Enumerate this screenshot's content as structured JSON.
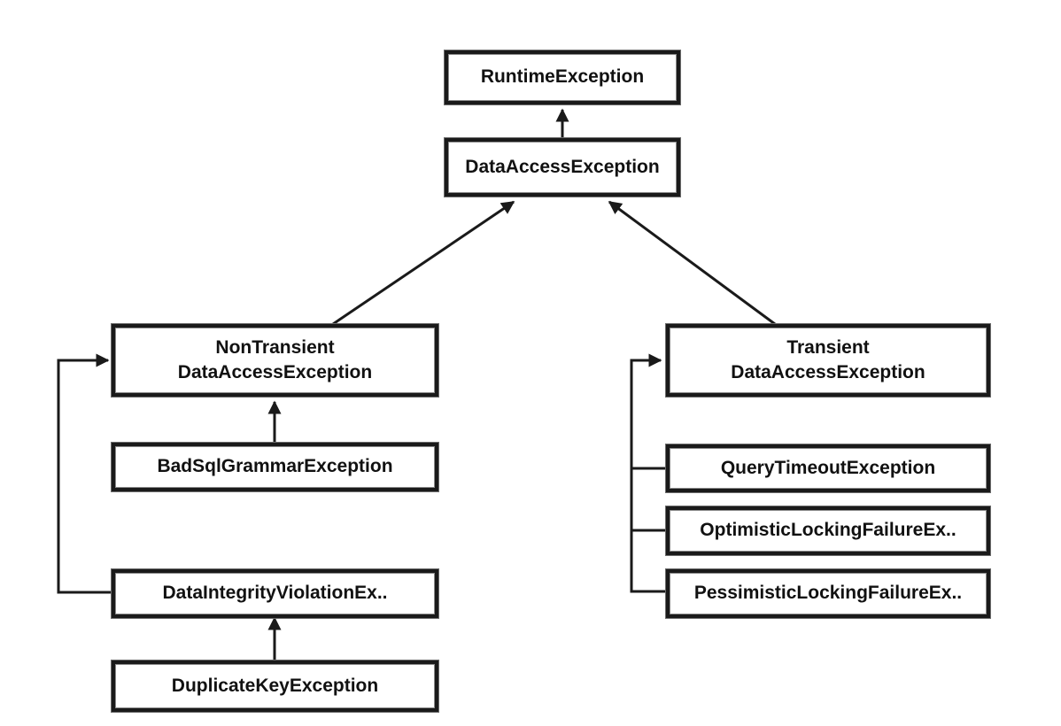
{
  "nodes": {
    "runtime": "RuntimeException",
    "data_access": "DataAccessException",
    "non_transient": "NonTransient\nDataAccessException",
    "transient": "Transient\nDataAccessException",
    "bad_sql_grammar": "BadSqlGrammarException",
    "data_integrity": "DataIntegrityViolationEx..",
    "duplicate_key": "DuplicateKeyException",
    "query_timeout": "QueryTimeoutException",
    "optimistic_locking": "OptimisticLockingFailureEx..",
    "pessimistic_locking": "PessimisticLockingFailureEx.."
  },
  "colors": {
    "stroke": "#1a1a1a",
    "background": "#ffffff",
    "text": "#111111"
  }
}
